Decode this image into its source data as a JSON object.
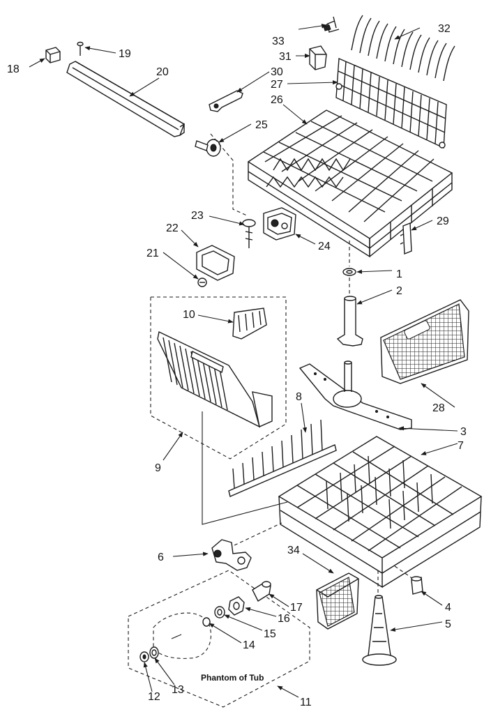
{
  "diagram": {
    "callouts": [
      "1",
      "2",
      "3",
      "4",
      "5",
      "6",
      "7",
      "8",
      "9",
      "10",
      "11",
      "12",
      "13",
      "14",
      "15",
      "16",
      "17",
      "18",
      "19",
      "20",
      "21",
      "22",
      "23",
      "24",
      "25",
      "26",
      "27",
      "28",
      "29",
      "30",
      "31",
      "32",
      "33",
      "34"
    ],
    "phantom_label": "Phantom of Tub"
  },
  "colors": {
    "ink": "#1a1a1a",
    "paper": "#ffffff"
  }
}
